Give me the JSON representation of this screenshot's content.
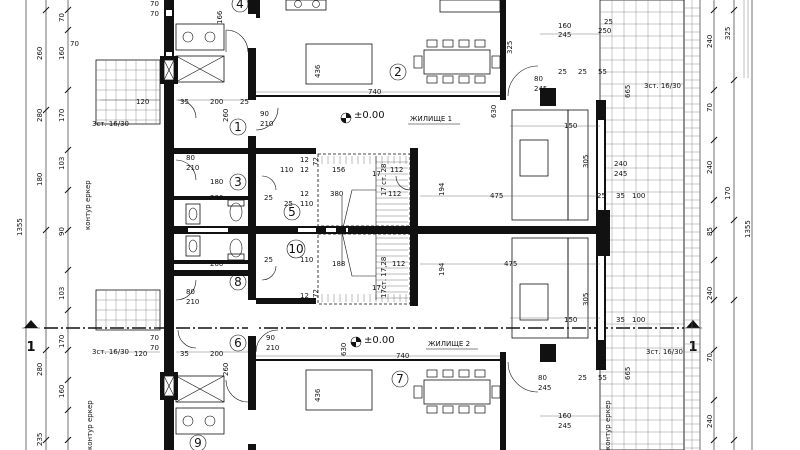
{
  "dims": {
    "left_col_1": [
      "70",
      "160",
      "260",
      "280",
      "170",
      "103",
      "180",
      "90",
      "103",
      "170",
      "280",
      "160",
      "235"
    ],
    "left_col_2": [
      "1355"
    ],
    "right_col_1": [
      "240",
      "325",
      "70",
      "240",
      "85",
      "170",
      "240",
      "70",
      "240"
    ],
    "right_col_2": [
      "1355"
    ],
    "top": [
      "70",
      "70",
      "166",
      "160",
      "245",
      "250",
      "25",
      "325",
      "80",
      "245",
      "55",
      "740",
      "25",
      "25"
    ],
    "mid_top": [
      "120",
      "35",
      "200",
      "25",
      "90",
      "210",
      "260",
      "12",
      "12",
      "72",
      "156",
      "112",
      "80",
      "210",
      "180",
      "110",
      "12",
      "380",
      "17",
      "112",
      "194",
      "200",
      "25",
      "25",
      "110",
      "475",
      "25",
      "35",
      "100",
      "630",
      "150",
      "305",
      "240",
      "245",
      "665"
    ],
    "mid_bottom": [
      "200",
      "25",
      "110",
      "188",
      "112",
      "194",
      "475",
      "72",
      "12",
      "17",
      "80",
      "210",
      "90",
      "210",
      "35",
      "200",
      "120",
      "630",
      "740",
      "150",
      "305",
      "35",
      "100",
      "80",
      "245",
      "55",
      "665",
      "160",
      "245",
      "25",
      "260",
      "70",
      "70"
    ]
  },
  "rooms": {
    "r1": "1",
    "r2": "2",
    "r3": "3",
    "r4": "4",
    "r5": "5",
    "r6": "6",
    "r7": "7",
    "r8": "8",
    "r9": "9",
    "r10": "10"
  },
  "labels": {
    "dwelling_1": "ЖИЛИЩЕ 1",
    "dwelling_2": "ЖИЛИЩЕ 2",
    "level_1": "±0.00",
    "level_2": "±0.00",
    "stair_top_left": "3ст. 16/30",
    "stair_bottom_left": "3ст. 16/30",
    "stair_top_right": "3ст. 16/30",
    "stair_bottom_right": "3ст. 16/30",
    "contour_1": "контур еркер",
    "contour_2": "контур еркер",
    "contour_3": "контур еркер",
    "section_left": "1",
    "section_right": "1",
    "furniture_436_top": "436",
    "furniture_436_bottom": "436",
    "stair_17_28_top": "17 ст. 28",
    "stair_17_28_bottom": "17ст. 17,28"
  },
  "colors": {
    "wall": "#111111",
    "paper": "#ffffff",
    "tile": "#777777"
  }
}
